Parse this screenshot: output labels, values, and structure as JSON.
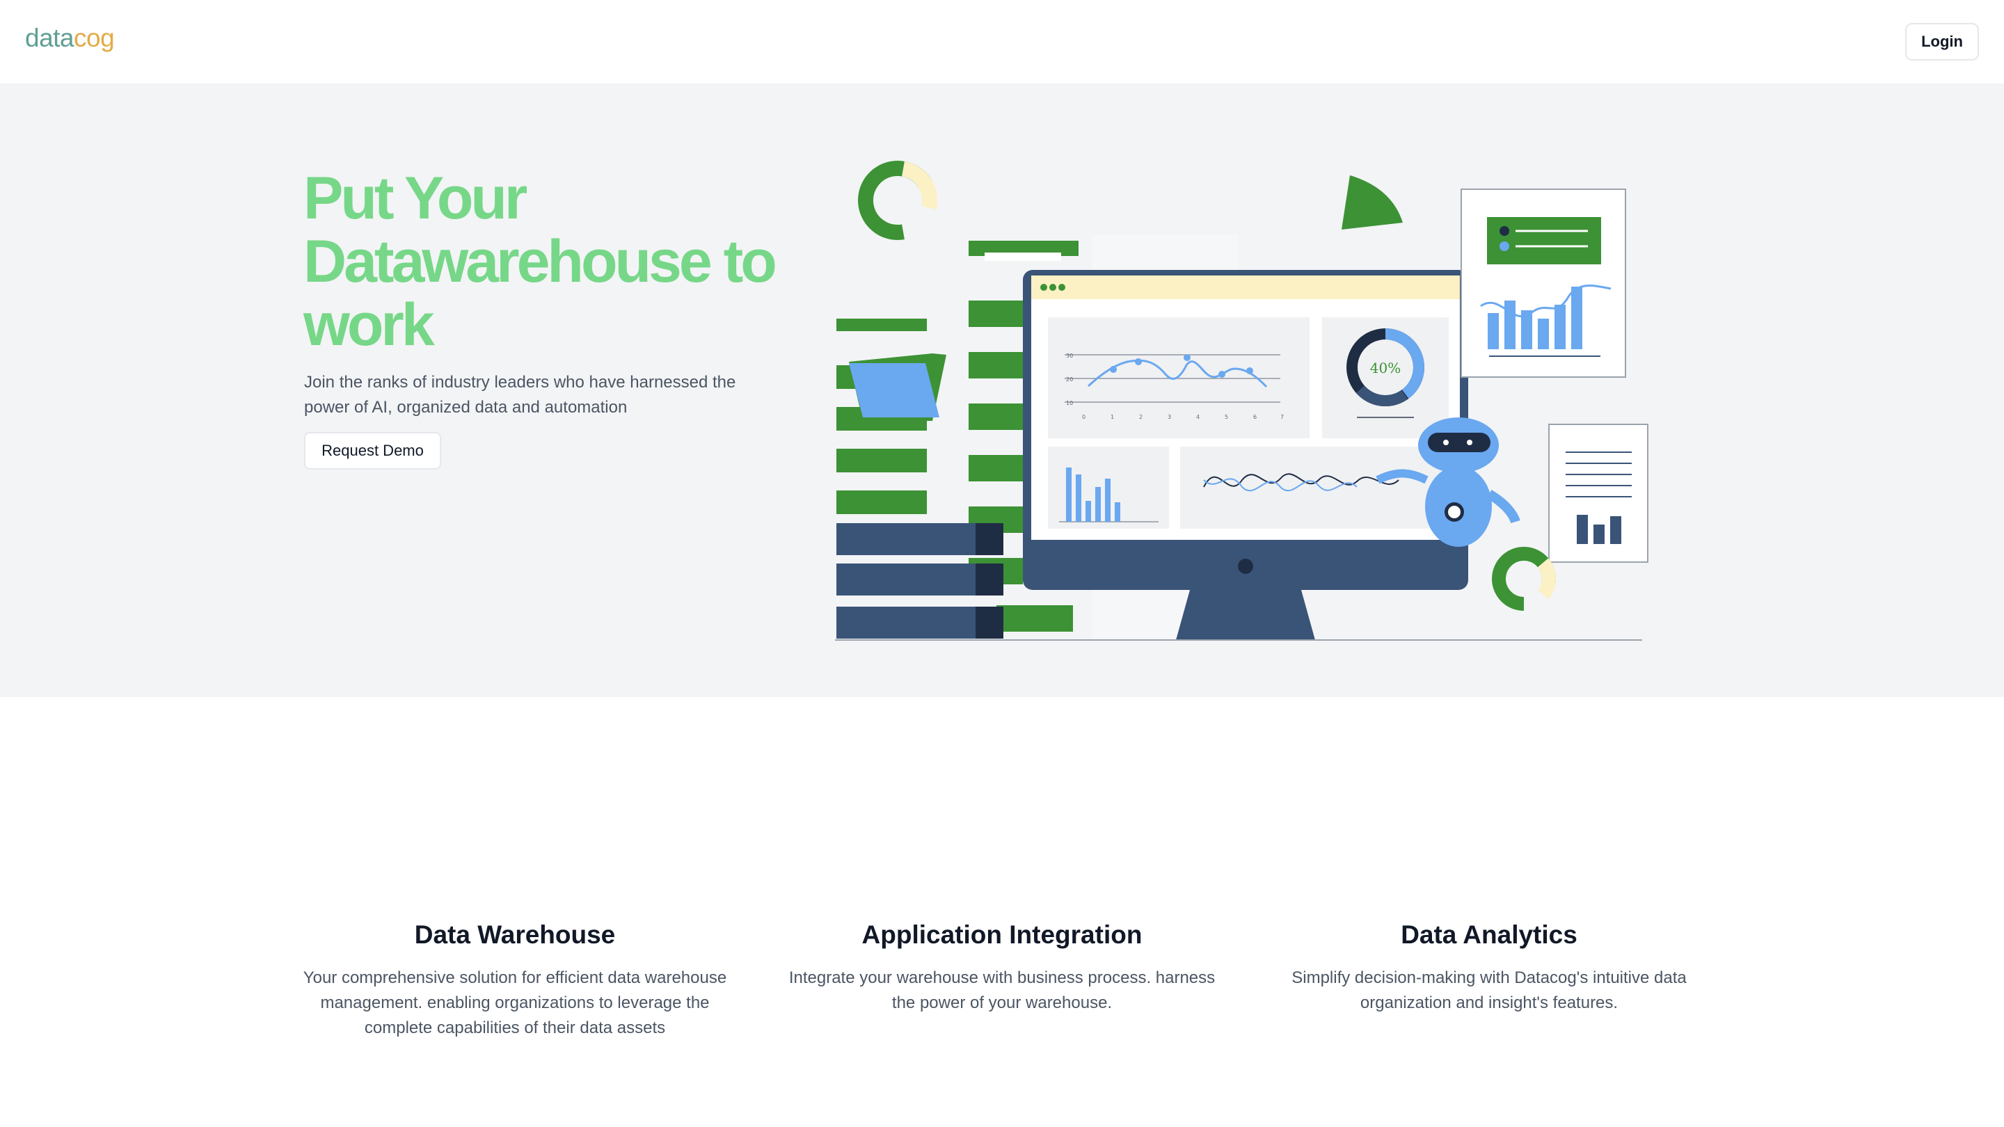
{
  "header": {
    "logo_part1": "data",
    "logo_part2": "cog",
    "login_label": "Login"
  },
  "hero": {
    "title": "Put Your Datawarehouse to work",
    "subtitle": "Join the ranks of industry leaders who have harnessed the power of AI, organized data and automation",
    "cta_label": "Request Demo",
    "illustration": {
      "donut_label": "40%",
      "line_chart_y_ticks": [
        "30",
        "20",
        "10"
      ],
      "line_chart_x_ticks": [
        "0",
        "1",
        "2",
        "3",
        "4",
        "5",
        "6",
        "7"
      ]
    }
  },
  "features": [
    {
      "title": "Data Warehouse",
      "description": "Your comprehensive solution for efficient data warehouse management. enabling organizations to leverage the complete capabilities of their data assets"
    },
    {
      "title": "Application Integration",
      "description": "Integrate your warehouse with business process. harness the power of your warehouse."
    },
    {
      "title": "Data Analytics",
      "description": "Simplify decision-making with Datacog's intuitive data organization and insight's features."
    }
  ],
  "colors": {
    "brand_teal": "#5f9f94",
    "brand_gold": "#e3ab47",
    "hero_green": "#77d788",
    "illustration_green": "#3c9234",
    "illustration_navy": "#3a5478",
    "illustration_blue": "#6aa8f0"
  }
}
